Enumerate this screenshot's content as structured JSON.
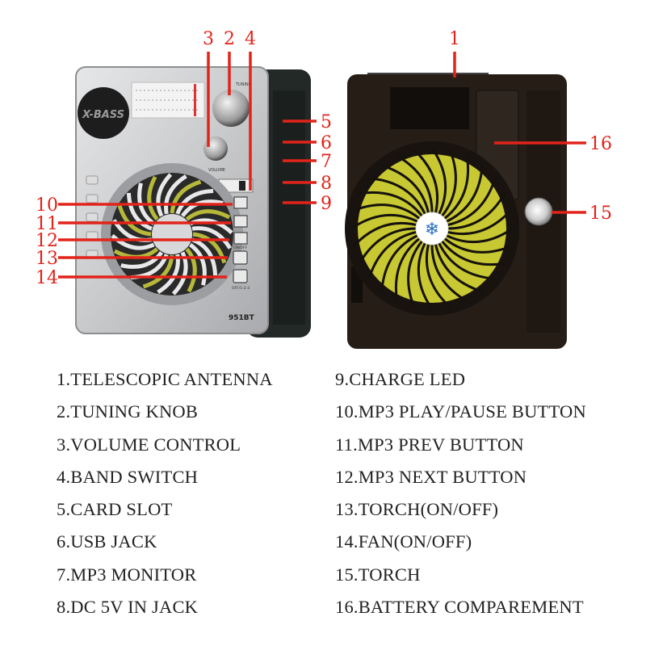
{
  "front_device": {
    "brand_text": "X-BASS",
    "model_text": "951BT",
    "knob_labels": [
      "TUNING",
      "VOLUME"
    ],
    "button_labels": [
      "ON/OFF",
      "OFF/1-2-3"
    ]
  },
  "callouts": {
    "left": [
      "1",
      "2",
      "3",
      "4",
      "5",
      "6",
      "7",
      "8",
      "9",
      "10",
      "11",
      "12",
      "13",
      "14",
      "15",
      "16"
    ]
  },
  "legend": {
    "left_column": [
      "1.TELESCOPIC ANTENNA",
      "2.TUNING KNOB",
      "3.VOLUME CONTROL",
      "4.BAND SWITCH",
      "5.CARD SLOT",
      "6.USB JACK",
      "7.MP3 MONITOR",
      "8.DC 5V IN JACK"
    ],
    "right_column": [
      "9.CHARGE LED",
      "10.MP3 PLAY/PAUSE BUTTON",
      "11.MP3 PREV BUTTON",
      "12.MP3 NEXT BUTTON",
      "13.TORCH(ON/OFF)",
      "14.FAN(ON/OFF)",
      "15.TORCH",
      "16.BATTERY COMPAREMENT"
    ]
  },
  "colors": {
    "callout": "#e2231a",
    "body_silver": "#c8c9cb",
    "body_dark": "#222826",
    "fan_yellow": "#c8c832",
    "hub_blue": "#2a6fc0"
  }
}
